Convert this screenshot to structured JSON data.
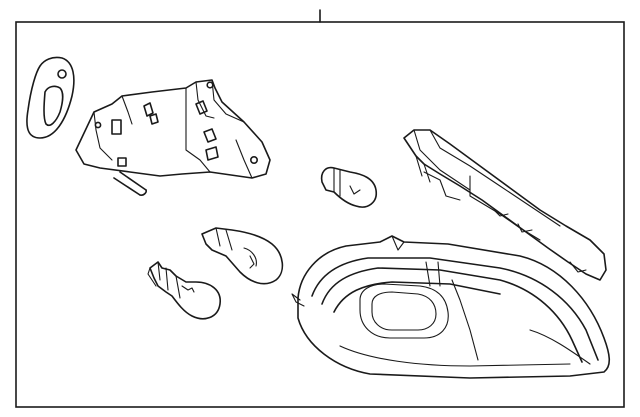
{
  "diagram": {
    "parts": [
      {
        "id": "gasket",
        "icon": "gasket-icon"
      },
      {
        "id": "bulb-socket-housing",
        "icon": "socket-housing-icon"
      },
      {
        "id": "small-bulb",
        "icon": "bulb-icon"
      },
      {
        "id": "wedge-bulb",
        "icon": "bulb-icon"
      },
      {
        "id": "socket-bulb",
        "icon": "bulb-icon"
      },
      {
        "id": "mounting-bracket",
        "icon": "bracket-icon"
      },
      {
        "id": "tail-lamp-assembly",
        "icon": "tail-lamp-icon"
      }
    ]
  }
}
